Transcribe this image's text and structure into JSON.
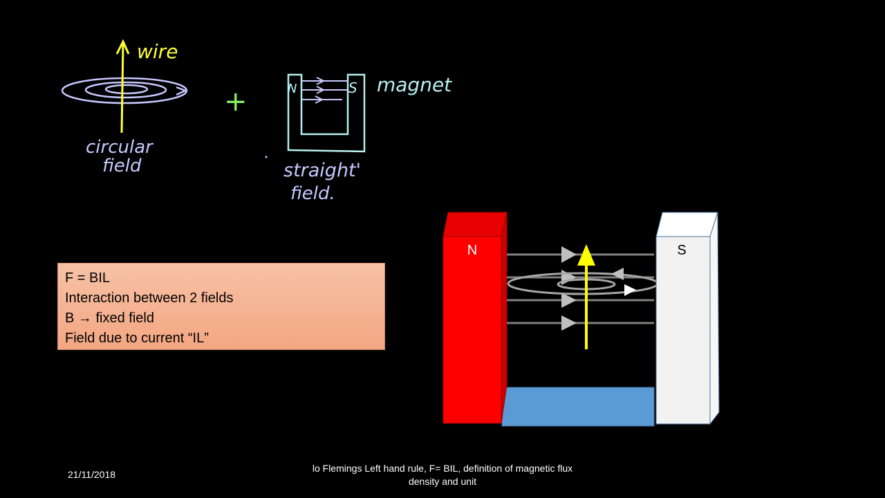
{
  "sketch": {
    "wire_label": "wire",
    "circular_label_1": "circular",
    "circular_label_2": "field",
    "plus": "+",
    "magnet_label": "magnet",
    "north_small": "N",
    "south_small": "S",
    "straight_label_1": "straight'",
    "straight_label_2": "field."
  },
  "info_box": {
    "line1": "F = BIL",
    "line2": "Interaction between 2 fields",
    "line3": "B → fixed field",
    "line4": "Field due to current “IL”"
  },
  "magnet": {
    "north": "N",
    "south": "S"
  },
  "colors": {
    "north_pole": "#ff0000",
    "south_pole": "#f2f2f2",
    "base": "#5b9bd5",
    "wire": "#ffff00",
    "sketch_lilac": "#c8c8ff",
    "sketch_cyan": "#b8f0f0",
    "sketch_yellow": "#ffff33",
    "sketch_green": "#88ee66"
  },
  "footer": {
    "date": "21/11/2018",
    "title_line1": "lo Flemings Left hand rule, F= BIL, definition of magnetic flux",
    "title_line2": "density and unit"
  }
}
